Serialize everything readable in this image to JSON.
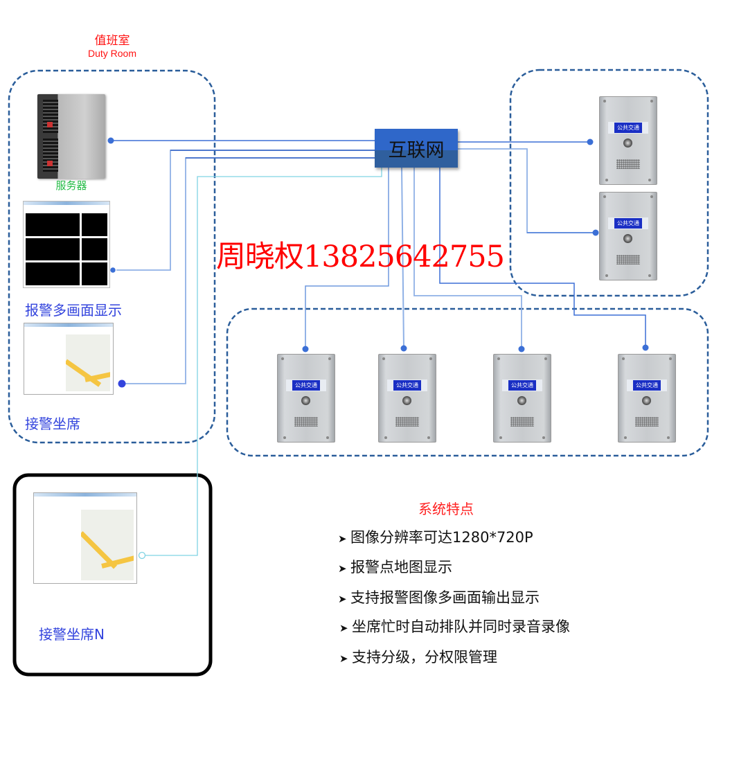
{
  "duty_room": {
    "title_cn": "值班室",
    "title_en": "Duty Room",
    "server_label": "服务器",
    "multi_display_label": "报警多画面显示",
    "console_label": "接警坐席"
  },
  "remote_console": {
    "label": "接警坐席N"
  },
  "hub": {
    "label": "互联网"
  },
  "contact": {
    "text": "周晓权13825642755"
  },
  "terminals": {
    "plate_text": "公共交通",
    "count_top_group": 2,
    "count_bottom_group": 4
  },
  "features": {
    "title": "系统特点",
    "items": [
      "图像分辨率可达1280*720P",
      "报警点地图显示",
      "支持报警图像多画面输出显示",
      "坐席忙时自动排队并同时录音录像",
      "支持分级，分权限管理"
    ]
  },
  "colors": {
    "wire": "#3b6fd6",
    "wire_light": "#8fb1e6",
    "wire_cyan": "#7fd3e3",
    "dashed_border": "#2a5d9a",
    "accent_red": "#ff1010",
    "label_blue": "#3344dd",
    "hub_fill": "#2f67c9"
  }
}
